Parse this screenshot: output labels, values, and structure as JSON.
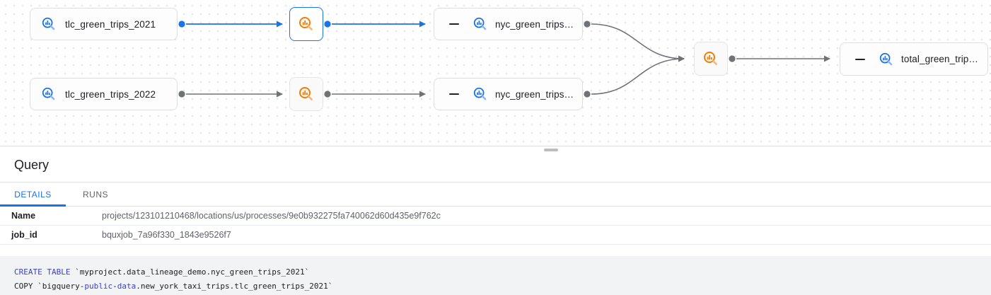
{
  "colors": {
    "accent_blue": "#1a73e8",
    "edge_gray": "#6f7276",
    "border_gray": "#e0e0e0",
    "text_dark": "#202124",
    "text_gray": "#5f6368",
    "table_icon_main": "#1a73e8",
    "table_icon_handle": "#8ab4f8",
    "process_icon_main": "#f57c00",
    "process_icon_handle": "#fbb871",
    "keyword_blue": "#3c42cd",
    "code_bg": "#f1f3f4"
  },
  "graph": {
    "nodes": [
      {
        "id": "tlc_green_trips_2021",
        "type": "table",
        "label": "tlc_green_trips_2021"
      },
      {
        "id": "process_2021",
        "type": "process",
        "selected": true,
        "icon": "bigquery-job-icon"
      },
      {
        "id": "nyc_green_trips_2021",
        "type": "table",
        "label": "nyc_green_trips…",
        "collapsible": true
      },
      {
        "id": "tlc_green_trips_2022",
        "type": "table",
        "label": "tlc_green_trips_2022"
      },
      {
        "id": "process_2022",
        "type": "process",
        "selected": false,
        "icon": "bigquery-job-icon"
      },
      {
        "id": "nyc_green_trips_2022",
        "type": "table",
        "label": "nyc_green_trips…",
        "collapsible": true
      },
      {
        "id": "process_merge",
        "type": "process",
        "selected": false,
        "icon": "bigquery-job-icon"
      },
      {
        "id": "total_green_trips",
        "type": "table",
        "label": "total_green_trip…",
        "collapsible": true
      }
    ]
  },
  "panel": {
    "title": "Query",
    "tabs": [
      {
        "label": "DETAILS",
        "active": true
      },
      {
        "label": "RUNS",
        "active": false
      }
    ],
    "details_rows": [
      {
        "label": "Name",
        "value": "projects/123101210468/locations/us/processes/9e0b932275fa740062d60d435e9f762c"
      },
      {
        "label": "job_id",
        "value": "bquxjob_7a96f330_1843e9526f7"
      }
    ]
  },
  "sql": {
    "lines": [
      {
        "tokens": [
          {
            "text": "CREATE TABLE",
            "type": "keyword"
          },
          {
            "text": " `myproject.data_lineage_demo.nyc_green_trips_2021`",
            "type": "plain"
          }
        ]
      },
      {
        "tokens": [
          {
            "text": "COPY `bigquery-",
            "type": "plain"
          },
          {
            "text": "public",
            "type": "keyword"
          },
          {
            "text": "-",
            "type": "plain"
          },
          {
            "text": "data",
            "type": "keyword"
          },
          {
            "text": ".new_york_taxi_trips.tlc_green_trips_2021`",
            "type": "plain"
          }
        ]
      }
    ]
  }
}
